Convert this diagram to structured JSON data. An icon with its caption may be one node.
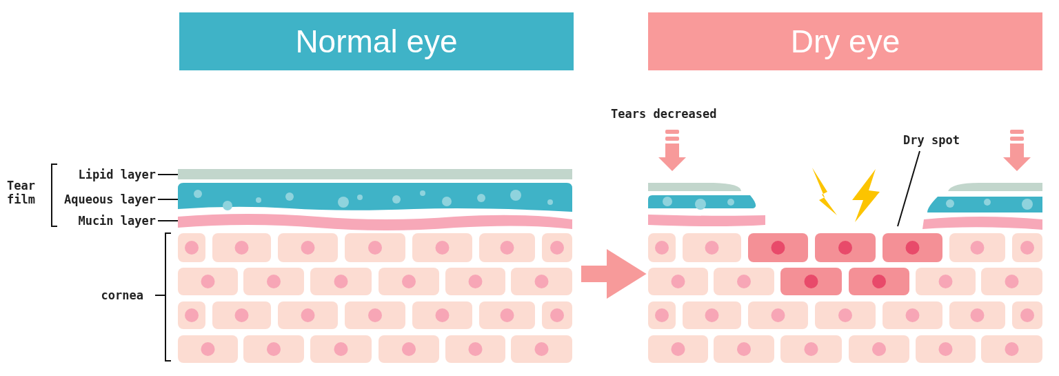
{
  "diagram": {
    "nodes": [
      {
        "text": [
          "Normal eye"
        ]
      },
      {
        "text": [
          "Dry eye"
        ]
      },
      {
        "text": [
          "Lipid layer"
        ]
      },
      {
        "text": [
          "Aqueous layer"
        ]
      },
      {
        "text": [
          "Mucin layer"
        ]
      },
      {
        "text": [],
        "shape": "bar",
        "in": 0
      },
      {
        "text": [],
        "shape": "bar",
        "in": 0
      },
      {
        "text": [],
        "shape": "bar",
        "in": 0
      },
      {
        "text": [
          "Dry spot"
        ],
        "in": 1
      }
    ],
    "edges": [
      {
        "from": 0,
        "to": 1,
        "arrow": "to",
        "style": "thick",
        "color": "#f79a9a"
      },
      {
        "from": 2,
        "to": 5,
        "arrow": "none"
      },
      {
        "from": 3,
        "to": 6,
        "arrow": "none"
      },
      {
        "from": 4,
        "to": 7,
        "arrow": "none"
      },
      {
        "from": 8,
        "to": 1,
        "arrow": "none"
      }
    ],
    "labels": [
      "Tears decreased",
      "Tear film",
      "cornea"
    ]
  }
}
